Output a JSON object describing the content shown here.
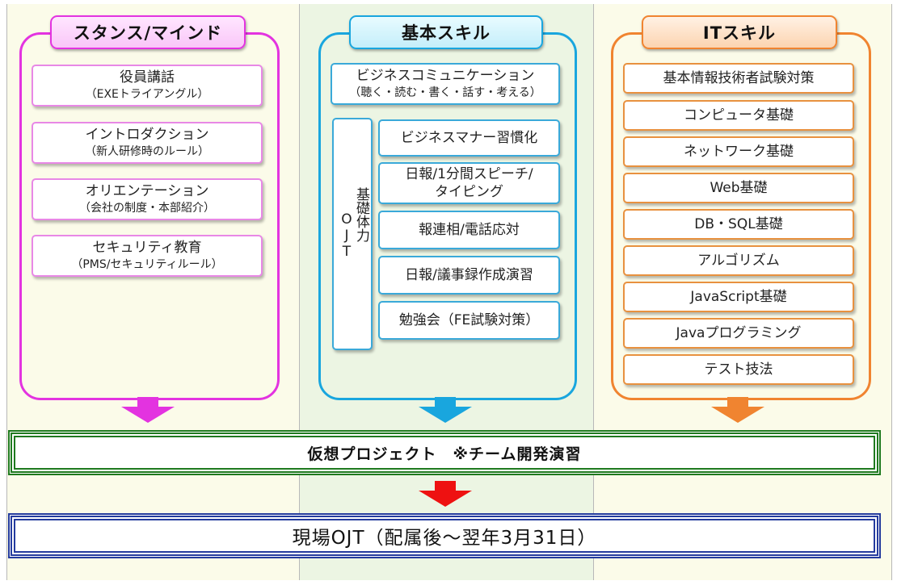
{
  "columns": {
    "stance": {
      "title": "スタンス/マインド",
      "items": [
        {
          "main": "役員講話",
          "sub": "（EXEトライアングル）"
        },
        {
          "main": "イントロダクション",
          "sub": "（新人研修時のルール）"
        },
        {
          "main": "オリエンテーション",
          "sub": "（会社の制度・本部紹介）"
        },
        {
          "main": "セキュリティ教育",
          "sub": "（PMS/セキュリティルール）"
        }
      ]
    },
    "basic": {
      "title": "基本スキル",
      "top": {
        "main": "ビジネスコミュニケーション",
        "sub": "（聴く・読む・書く・話す・考える）"
      },
      "side_label_a": "基礎体力",
      "side_label_b": "OJT",
      "items": [
        {
          "line1": "ビジネスマナー習慣化",
          "line2": ""
        },
        {
          "line1": "日報/1分間スピーチ/",
          "line2": "タイピング"
        },
        {
          "line1": "報連相/電話応対",
          "line2": ""
        },
        {
          "line1": "日報/議事録作成演習",
          "line2": ""
        },
        {
          "line1": "勉強会（FE試験対策）",
          "line2": ""
        }
      ]
    },
    "it": {
      "title": "ITスキル",
      "items": [
        "基本情報技術者試験対策",
        "コンピュータ基礎",
        "ネットワーク基礎",
        "Web基礎",
        "DB・SQL基礎",
        "アルゴリズム",
        "JavaScript基礎",
        "Javaプログラミング",
        "テスト技法"
      ]
    }
  },
  "project_bar": "仮想プロジェクト　※チーム開発演習",
  "ojt_bar": "現場OJT（配属後～翌年3月31日）",
  "colors": {
    "pink": "#e333e0",
    "blue": "#19a6de",
    "orange": "#f08430",
    "red": "#ee1111",
    "green": "#1f7a1f",
    "navy": "#243b9e"
  }
}
